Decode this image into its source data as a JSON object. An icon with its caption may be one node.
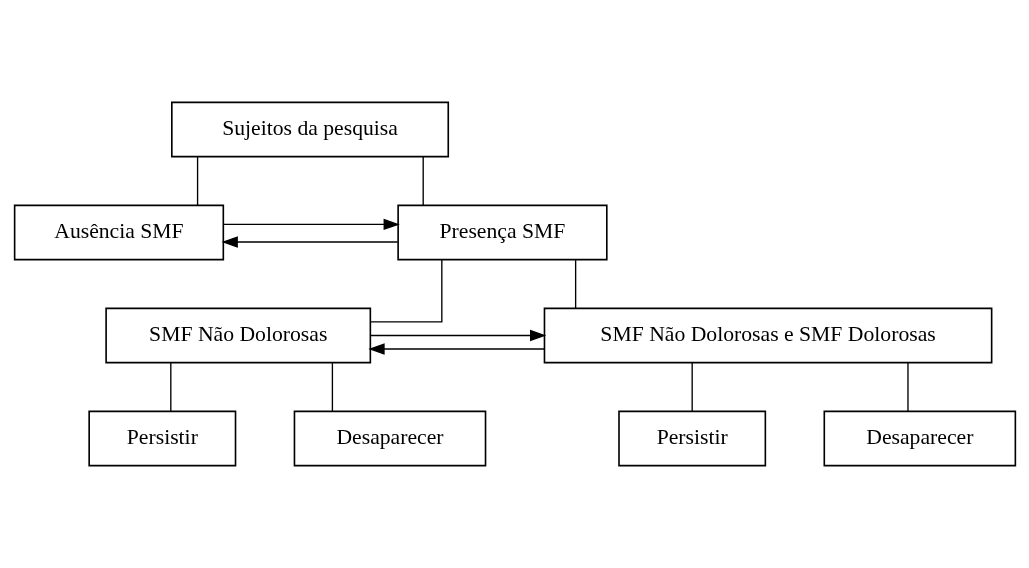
{
  "diagram": {
    "nodes": [
      {
        "text": [
          "Sujeitos da pesquisa"
        ]
      },
      {
        "text": [
          "Ausência SMF"
        ]
      },
      {
        "text": [
          "Presença SMF"
        ]
      },
      {
        "text": [
          "SMF Não Dolorosas"
        ]
      },
      {
        "text": [
          "SMF Não Dolorosas e SMF Dolorosas"
        ]
      },
      {
        "text": [
          "Persistir"
        ]
      },
      {
        "text": [
          "Desaparecer"
        ]
      },
      {
        "text": [
          "Persistir"
        ]
      },
      {
        "text": [
          "Desaparecer"
        ]
      }
    ],
    "edges": [
      {
        "from": 0,
        "to": 1,
        "arrow": "none"
      },
      {
        "from": 0,
        "to": 2,
        "arrow": "none"
      },
      {
        "from": 1,
        "to": 2,
        "arrow": "to"
      },
      {
        "from": 2,
        "to": 1,
        "arrow": "to"
      },
      {
        "from": 2,
        "to": 3,
        "arrow": "none"
      },
      {
        "from": 2,
        "to": 4,
        "arrow": "none"
      },
      {
        "from": 3,
        "to": 4,
        "arrow": "to"
      },
      {
        "from": 4,
        "to": 3,
        "arrow": "to"
      },
      {
        "from": 3,
        "to": 5,
        "arrow": "none"
      },
      {
        "from": 3,
        "to": 6,
        "arrow": "none"
      },
      {
        "from": 4,
        "to": 7,
        "arrow": "none"
      },
      {
        "from": 4,
        "to": 8,
        "arrow": "none"
      }
    ]
  }
}
